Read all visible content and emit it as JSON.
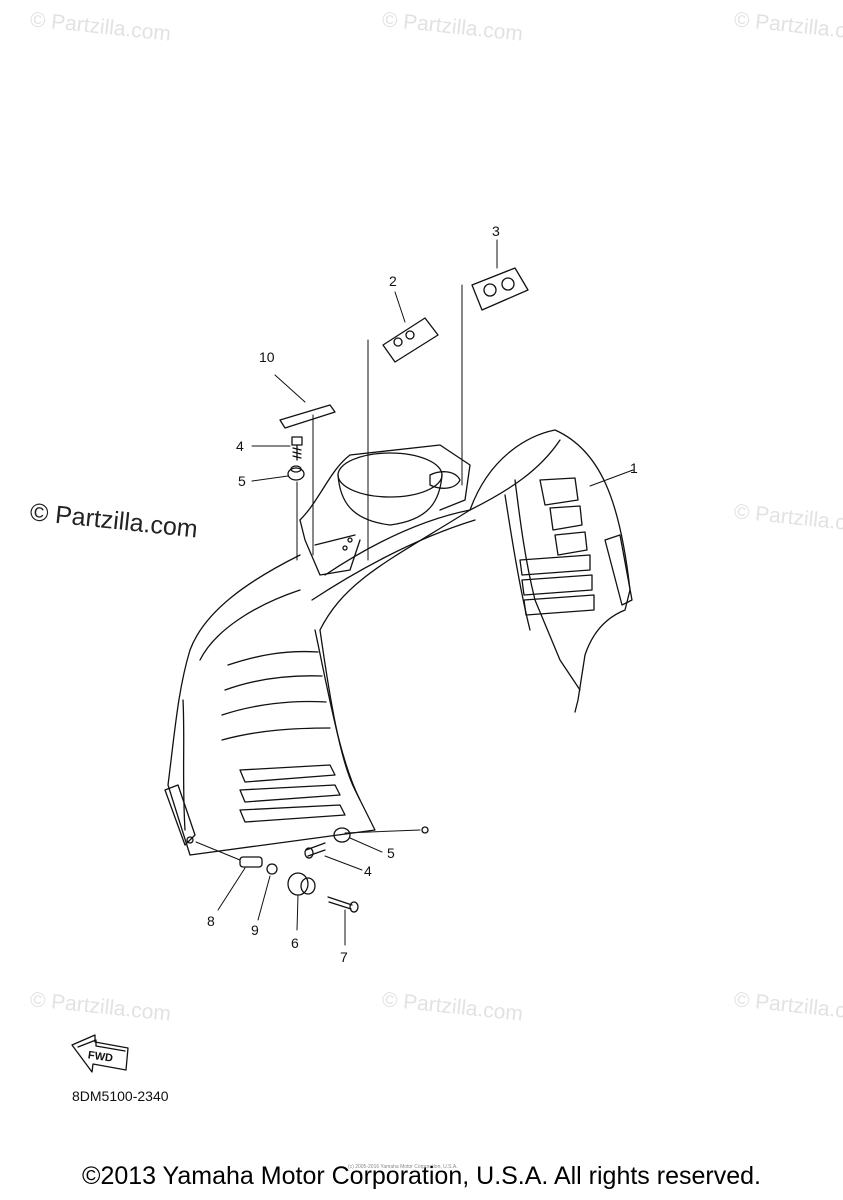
{
  "watermarks": [
    "© Partzilla.com",
    "© Partzilla.com",
    "© Partzilla.com",
    "© Partzilla.com",
    "© Partzilla.com",
    "© Partzilla.com",
    "© Partzilla.com"
  ],
  "watermark_main": "© Partzilla.com",
  "fwd_label": "FWD",
  "diagram_code": "8DM5100-2340",
  "copyright": "©2013 Yamaha Motor Corporation, U.S.A. All rights reserved.",
  "copyright_small": "(c) 2005-2016 Yamaha Motor Corporation, U.S.A.",
  "callouts": [
    "1",
    "2",
    "3",
    "4",
    "5",
    "4",
    "5",
    "6",
    "7",
    "8",
    "9",
    "10"
  ]
}
